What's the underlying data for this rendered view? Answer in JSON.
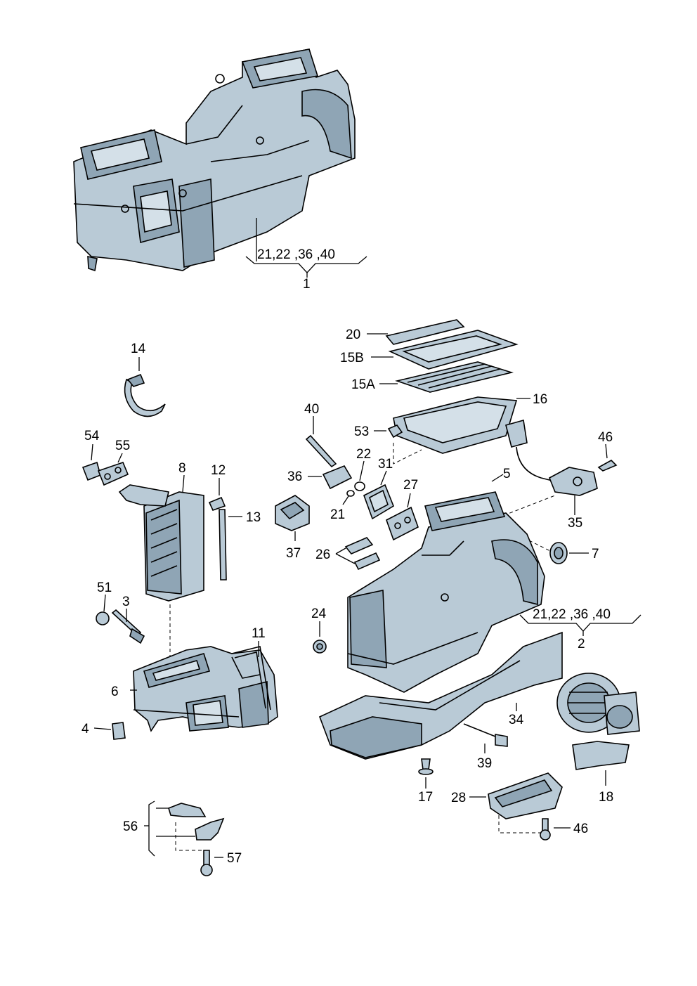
{
  "diagram": {
    "labels": {
      "l1": "1",
      "l2": "2",
      "l3": "3",
      "l4": "4",
      "l5": "5",
      "l6": "6",
      "l7": "7",
      "l8": "8",
      "l11": "11",
      "l12": "12",
      "l13": "13",
      "l14": "14",
      "l15a": "15A",
      "l15b": "15B",
      "l16": "16",
      "l17": "17",
      "l18": "18",
      "l20": "20",
      "l21": "21",
      "l22": "22",
      "l24": "24",
      "l26": "26",
      "l27": "27",
      "l28": "28",
      "l31": "31",
      "l34": "34",
      "l35": "35",
      "l36": "36",
      "l37": "37",
      "l39": "39",
      "l40": "40",
      "l46a": "46",
      "l46b": "46",
      "l51": "51",
      "l53": "53",
      "l54": "54",
      "l55": "55",
      "l56": "56",
      "l57": "57",
      "group1": "21,22 ,36 ,40",
      "group2": "21,22 ,36 ,40"
    },
    "colors": {
      "part_fill": "#b9cad6",
      "part_shadow": "#8fa5b5",
      "ink": "#000000"
    }
  }
}
